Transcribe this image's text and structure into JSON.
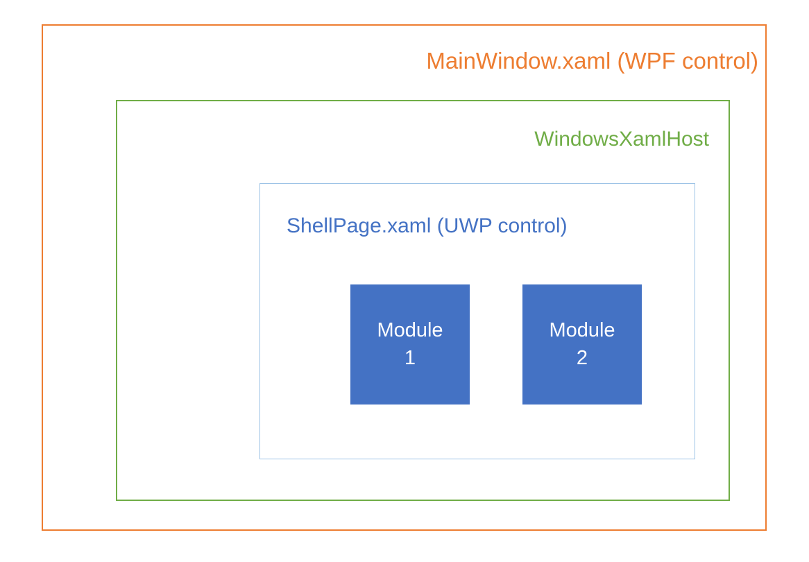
{
  "diagram": {
    "outer": {
      "label": "MainWindow.xaml (WPF control)",
      "border_color": "#ED7D31",
      "label_color": "#ED7D31"
    },
    "host": {
      "label": "WindowsXamlHost",
      "border_color": "#70AD47",
      "label_color": "#70AD47"
    },
    "shell": {
      "label": "ShellPage.xaml (UWP control)",
      "border_color": "#9DC3E6",
      "label_color": "#4472C4"
    },
    "modules": [
      {
        "label": "Module",
        "number": "1",
        "fill_color": "#4472C4",
        "text_color": "#FFFFFF"
      },
      {
        "label": "Module",
        "number": "2",
        "fill_color": "#4472C4",
        "text_color": "#FFFFFF"
      }
    ]
  }
}
